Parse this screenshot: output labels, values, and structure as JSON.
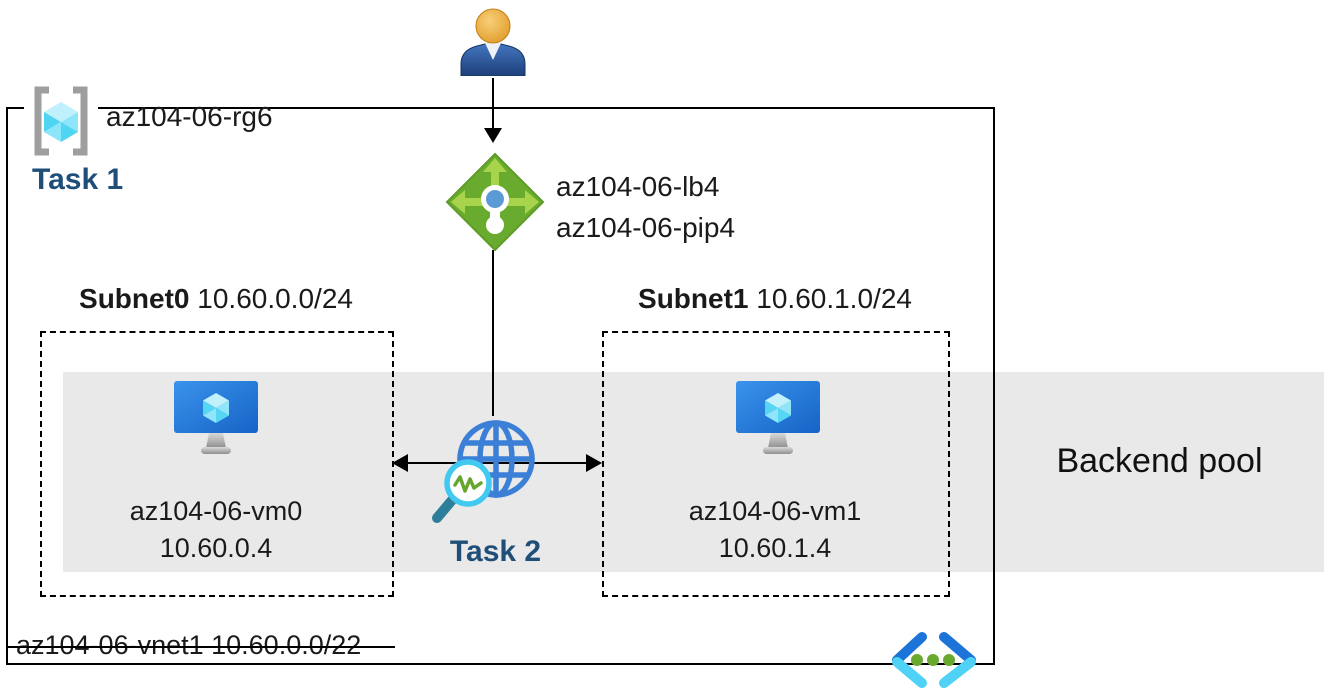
{
  "colors": {
    "task_navy": "#1f4e79",
    "band_gray": "#e9e9e9",
    "lb_green": "#68ab2f",
    "lb_arrow_green": "#a8d44b",
    "azure_blue": "#3b7fd6",
    "magnifier_cyan": "#41c9ef",
    "probe_zigzag_green": "#67a62e"
  },
  "resource_group": {
    "name": "az104-06-rg6",
    "task_label": "Task 1",
    "icon": "resource-group-icon"
  },
  "user": {
    "icon": "user-icon"
  },
  "load_balancer": {
    "name": "az104-06-lb4",
    "public_ip": "az104-06-pip4",
    "icon": "load-balancer-icon"
  },
  "subnets": [
    {
      "name": "Subnet0",
      "cidr": "10.60.0.0/24",
      "vm": {
        "name": "az104-06-vm0",
        "ip": "10.60.0.4",
        "icon": "virtual-machine-icon"
      }
    },
    {
      "name": "Subnet1",
      "cidr": "10.60.1.0/24",
      "vm": {
        "name": "az104-06-vm1",
        "ip": "10.60.1.4",
        "icon": "virtual-machine-icon"
      }
    }
  ],
  "probe": {
    "task_label": "Task 2",
    "icon": "health-probe-icon"
  },
  "backend_pool_label": "Backend pool",
  "vnet": {
    "label": "az104-06-vnet1 10.60.0.0/22"
  }
}
